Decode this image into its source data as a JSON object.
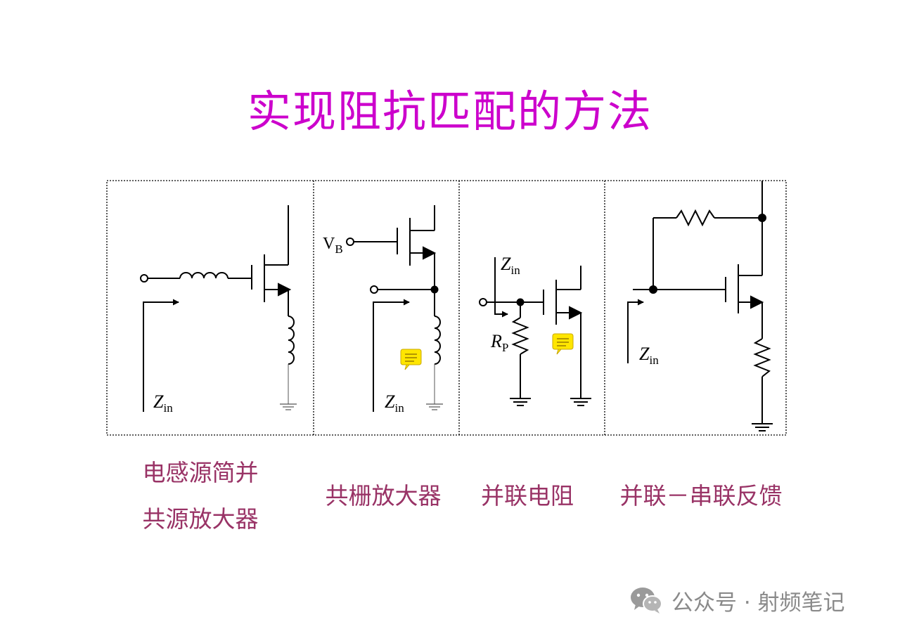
{
  "title": "实现阻抗匹配的方法",
  "panels": [
    {
      "caption_lines": [
        "电感源简并",
        "共源放大器"
      ],
      "labels": {
        "zin": {
          "main": "Z",
          "sub": "in"
        }
      }
    },
    {
      "caption_lines": [
        "共栅放大器"
      ],
      "labels": {
        "vb": {
          "main": "V",
          "sub": "B"
        },
        "zin": {
          "main": "Z",
          "sub": "in"
        }
      }
    },
    {
      "caption_lines": [
        "并联电阻"
      ],
      "labels": {
        "zin": {
          "main": "Z",
          "sub": "in"
        },
        "rp": {
          "main": "R",
          "sub": "P"
        }
      }
    },
    {
      "caption_lines": [
        "并联－串联反馈"
      ],
      "labels": {
        "zin": {
          "main": "Z",
          "sub": "in"
        }
      }
    }
  ],
  "watermark": {
    "text": "公众号 · 射频笔记",
    "icon": "wechat-icon"
  },
  "colors": {
    "title": "#cc00cc",
    "caption": "#993366",
    "watermark": "#8a8a8a",
    "note": "#ffe600"
  }
}
